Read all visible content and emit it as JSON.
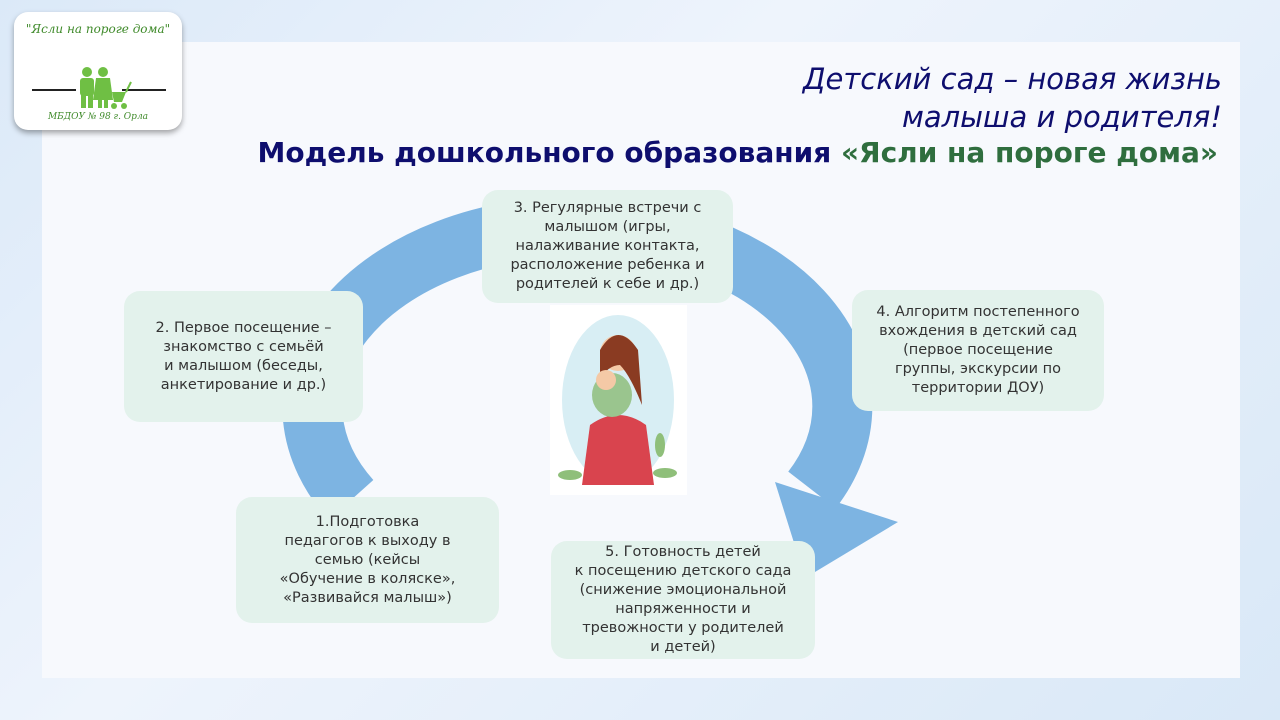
{
  "logo": {
    "title": "\"Ясли на пороге дома\"",
    "org": "МБДОУ № 98 г. Орла"
  },
  "subtitle": "Детский сад – новая жизнь\nмалыша и родителя!",
  "title": {
    "main": "Модель дошкольного образования",
    "highlight": "«Ясли на пороге дома»"
  },
  "steps": [
    {
      "text": "1.Подготовка\nпедагогов к выходу в\nсемью (кейсы\n«Обучение в коляске»,\n«Развивайся малыш»)"
    },
    {
      "text": "2. Первое посещение –\nзнакомство с семьёй\nи малышом (беседы,\nанкетирование и др.)"
    },
    {
      "text": "3. Регулярные встречи с\nмалышом (игры,\nналаживание контакта,\nрасположение ребенка и\nродителей к себе и др.)"
    },
    {
      "text": "4. Алгоритм постепенного\nвхождения в детский сад\n(первое посещение\nгруппы, экскурсии по\nтерритории ДОУ)"
    },
    {
      "text": "5. Готовность детей\nк посещению детского сада\n(снижение эмоциональной\nнапряженности и\nтревожности у родителей\nи детей)"
    }
  ],
  "colors": {
    "arrow": "#7db4e2",
    "box": "#e3f2ec",
    "navy": "#0e0e6e",
    "green": "#2f6e3e"
  }
}
